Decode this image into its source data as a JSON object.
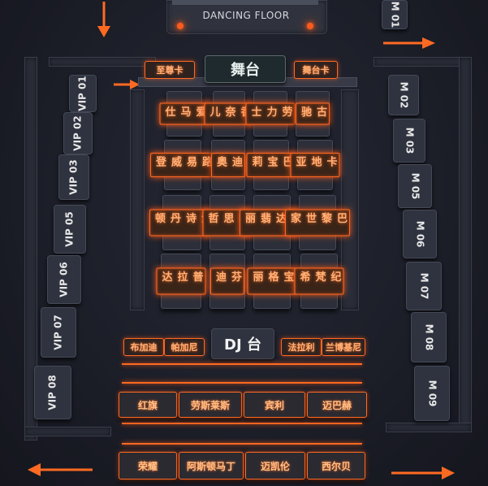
{
  "header": {
    "dance_floor": "DANCING FLOOR",
    "stage": "舞台"
  },
  "cards": {
    "left": "至尊卡",
    "right": "舞台卡"
  },
  "vip_rooms": [
    "VIP 01",
    "VIP 02",
    "VIP 03",
    "VIP 05",
    "VIP 06",
    "VIP 07",
    "VIP 08"
  ],
  "m_rooms": [
    "M 02",
    "M 03",
    "M 05",
    "M 06",
    "M 07",
    "M 08",
    "M 09"
  ],
  "top_right_room": "M 01",
  "booths": [
    [
      "爱马仕",
      "香奈儿",
      "劳力士",
      "古驰"
    ],
    [
      "路易威登",
      "迪奥",
      "巴宝莉",
      "卡地亚"
    ],
    [
      "江诗丹顿",
      "范思哲",
      "百达翡丽",
      "巴黎世家"
    ],
    [
      "普拉达",
      "芬迪",
      "宝格丽",
      "纪梵希"
    ]
  ],
  "dj": {
    "label": "DJ 台",
    "left": [
      "布加迪",
      "帕加尼"
    ],
    "right": [
      "法拉利",
      "兰博基尼"
    ]
  },
  "row1": [
    "红旗",
    "劳斯莱斯",
    "宾利",
    "迈巴赫"
  ],
  "row2": [
    "荣耀",
    "阿斯顿马丁",
    "迈凯伦",
    "西尔贝"
  ],
  "colors": {
    "neon": "#ff5a1a",
    "bg": "#1b1d27",
    "tile": "#2f333f"
  }
}
